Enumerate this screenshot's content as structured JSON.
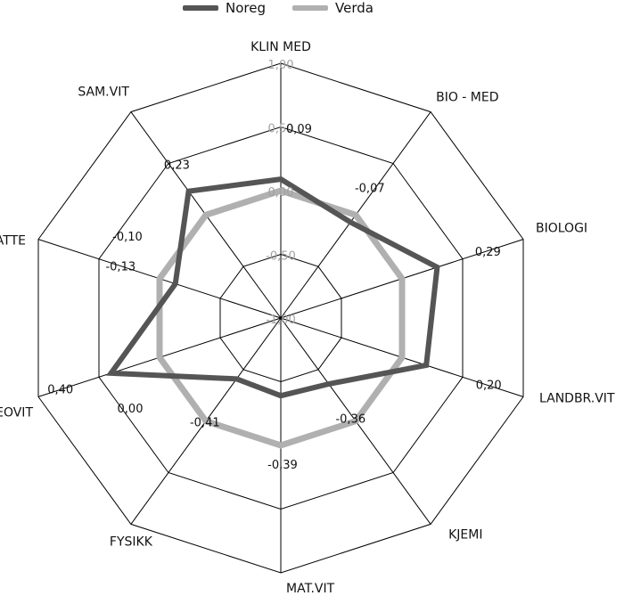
{
  "chart_data": {
    "type": "radar",
    "categories": [
      "KLIN MED",
      "BIO - MED",
      "BIOLOGI",
      "LANDBR.VIT",
      "KJEMI",
      "MAT.VIT",
      "FYSIKK",
      "GEOVIT",
      "MATTE",
      "SAM.VIT"
    ],
    "axis_ticks": [
      "1,00",
      "0,50",
      "0,00",
      "-0,50",
      "-1,00"
    ],
    "rlim": [
      -1,
      1
    ],
    "series": [
      {
        "name": "Noreg",
        "color": "#555555",
        "values": [
          0.09,
          -0.07,
          0.29,
          0.2,
          -0.36,
          -0.39,
          -0.41,
          0.4,
          -0.13,
          0.23
        ]
      },
      {
        "name": "Verda",
        "color": "#b0b0b0",
        "values": [
          0.0,
          0.0,
          0.0,
          0.0,
          0.0,
          0.0,
          0.0,
          0.0,
          0.0,
          0.0
        ]
      }
    ],
    "data_labels": [
      "0,09",
      "-0,07",
      "0,29",
      "0,20",
      "-0,36",
      "-0,39",
      "-0,41",
      "0,40",
      "-0,13",
      "0,23"
    ],
    "extra_labels": [
      "-0,10",
      "0,00"
    ],
    "grid": true,
    "legend_position": "top"
  }
}
